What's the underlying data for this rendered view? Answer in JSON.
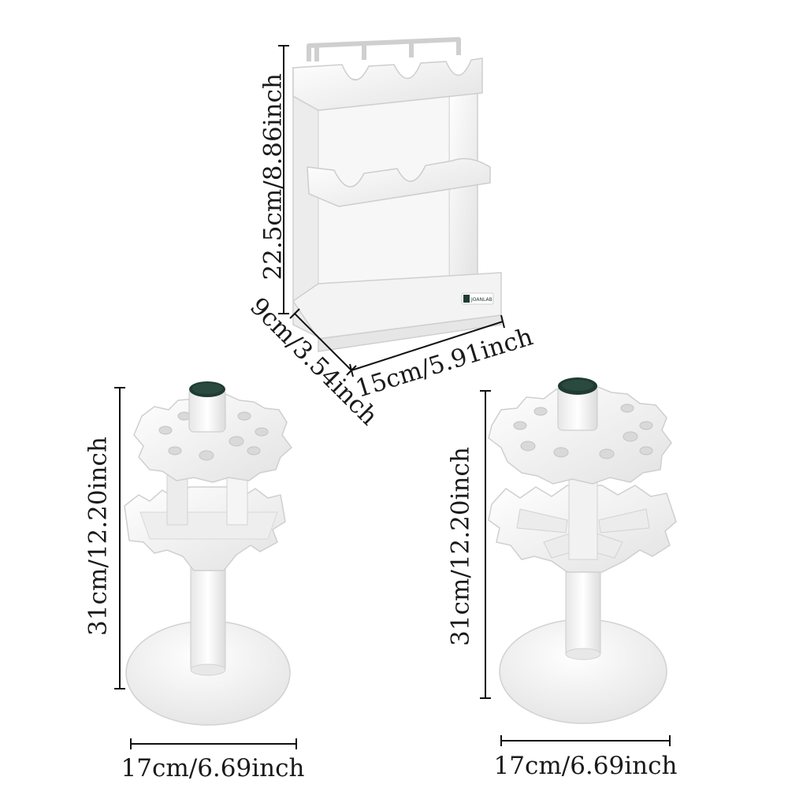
{
  "brand": {
    "logo_text": "JOANLAB"
  },
  "colors": {
    "product_white": "#f4f4f4",
    "product_shadow": "#d4d4d4",
    "line": "#111111",
    "badge": "#1f3b33"
  },
  "dimensions": {
    "rack_height": "22.5cm/8.86inch",
    "rack_depth": "9cm/3.54inch",
    "rack_width": "15cm/5.91inch",
    "carousel_left_height": "31cm/12.20inch",
    "carousel_left_base": "17cm/6.69inch",
    "carousel_right_height": "31cm/12.20inch",
    "carousel_right_base": "17cm/6.69inch"
  }
}
